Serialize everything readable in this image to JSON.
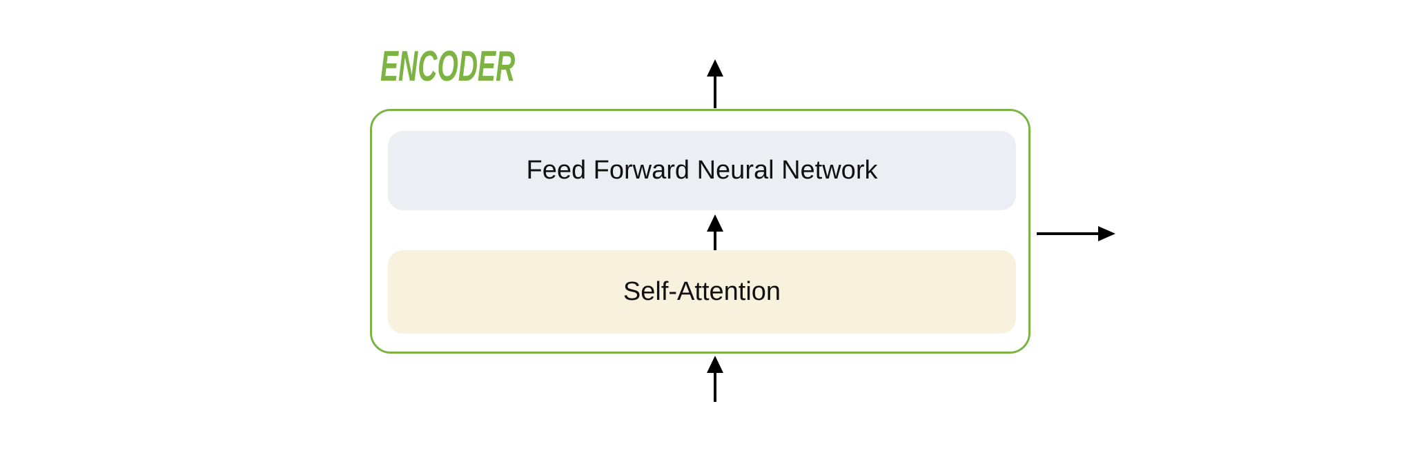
{
  "diagram": {
    "title": "Transformer encoder block diagram",
    "encoder": {
      "label": "ENCODER",
      "label_color": "#7cb342",
      "border_color": "#7cb342",
      "blocks": [
        {
          "id": "feed-forward",
          "label": "Feed Forward Neural Network",
          "fill_color": "#ebeff3"
        },
        {
          "id": "self-attention",
          "label": "Self-Attention",
          "fill_color": "#f8f1de"
        }
      ]
    },
    "arrows": {
      "color": "#000000",
      "items": [
        {
          "id": "input-bottom",
          "icon": "up-arrow",
          "meaning": "input into encoder from below"
        },
        {
          "id": "between-blocks",
          "icon": "up-arrow",
          "meaning": "self-attention output into feed forward"
        },
        {
          "id": "output-top",
          "icon": "up-arrow",
          "meaning": "encoder output upward"
        },
        {
          "id": "output-right",
          "icon": "right-arrow",
          "meaning": "encoder output to the right"
        }
      ]
    },
    "background_color": "#ffffff"
  }
}
